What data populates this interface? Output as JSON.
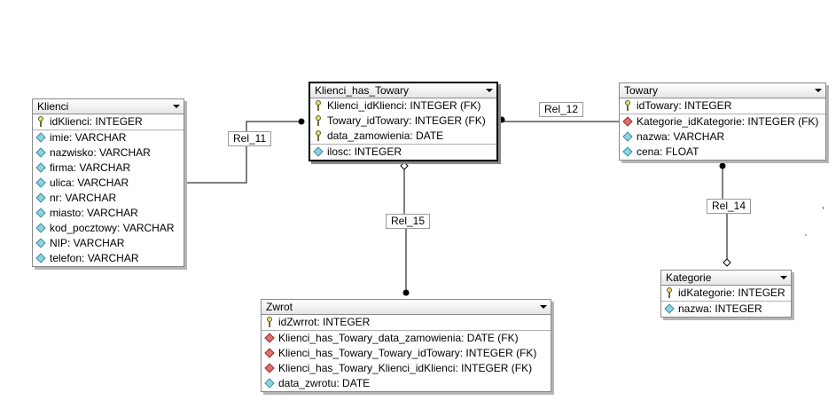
{
  "entities": {
    "klienci": {
      "title": "Klienci",
      "attributes": [
        {
          "text": "idKlienci: INTEGER",
          "kind": "pk"
        },
        {
          "text": "imie: VARCHAR",
          "kind": "attr"
        },
        {
          "text": "nazwisko: VARCHAR",
          "kind": "attr"
        },
        {
          "text": "firma: VARCHAR",
          "kind": "attr"
        },
        {
          "text": "ulica: VARCHAR",
          "kind": "attr"
        },
        {
          "text": "nr: VARCHAR",
          "kind": "attr"
        },
        {
          "text": "miasto: VARCHAR",
          "kind": "attr"
        },
        {
          "text": "kod_pocztowy: VARCHAR",
          "kind": "attr"
        },
        {
          "text": "NIP: VARCHAR",
          "kind": "attr"
        },
        {
          "text": "telefon: VARCHAR",
          "kind": "attr"
        }
      ]
    },
    "klienci_has_towary": {
      "title": "Klienci_has_Towary",
      "attributes": [
        {
          "text": "Klienci_idKlienci: INTEGER (FK)",
          "kind": "pk"
        },
        {
          "text": "Towary_idTowary: INTEGER (FK)",
          "kind": "pk"
        },
        {
          "text": "data_zamowienia: DATE",
          "kind": "pk"
        },
        {
          "text": "ilosc: INTEGER",
          "kind": "attr"
        }
      ]
    },
    "towary": {
      "title": "Towary",
      "attributes": [
        {
          "text": "idTowary: INTEGER",
          "kind": "pk"
        },
        {
          "text": "Kategorie_idKategorie: INTEGER (FK)",
          "kind": "fk"
        },
        {
          "text": "nazwa: VARCHAR",
          "kind": "attr"
        },
        {
          "text": "cena: FLOAT",
          "kind": "attr"
        }
      ]
    },
    "kategorie": {
      "title": "Kategorie",
      "attributes": [
        {
          "text": "idKategorie: INTEGER",
          "kind": "pk"
        },
        {
          "text": "nazwa: INTEGER",
          "kind": "attr"
        }
      ]
    },
    "zwrot": {
      "title": "Zwrot",
      "attributes": [
        {
          "text": "idZwrrot: INTEGER",
          "kind": "pk"
        },
        {
          "text": "Klienci_has_Towary_data_zamowienia: DATE (FK)",
          "kind": "fk"
        },
        {
          "text": "Klienci_has_Towary_Towary_idTowary: INTEGER (FK)",
          "kind": "fk"
        },
        {
          "text": "Klienci_has_Towary_Klienci_idKlienci: INTEGER (FK)",
          "kind": "fk"
        },
        {
          "text": "data_zwrotu: DATE",
          "kind": "attr"
        }
      ]
    }
  },
  "relations": {
    "rel_11": "Rel_11",
    "rel_12": "Rel_12",
    "rel_14": "Rel_14",
    "rel_15": "Rel_15"
  },
  "colors": {
    "line": "#000000",
    "fk_marker": "#e07070",
    "attr_marker": "#8fd3e0",
    "key_marker": "#e8d86a"
  }
}
